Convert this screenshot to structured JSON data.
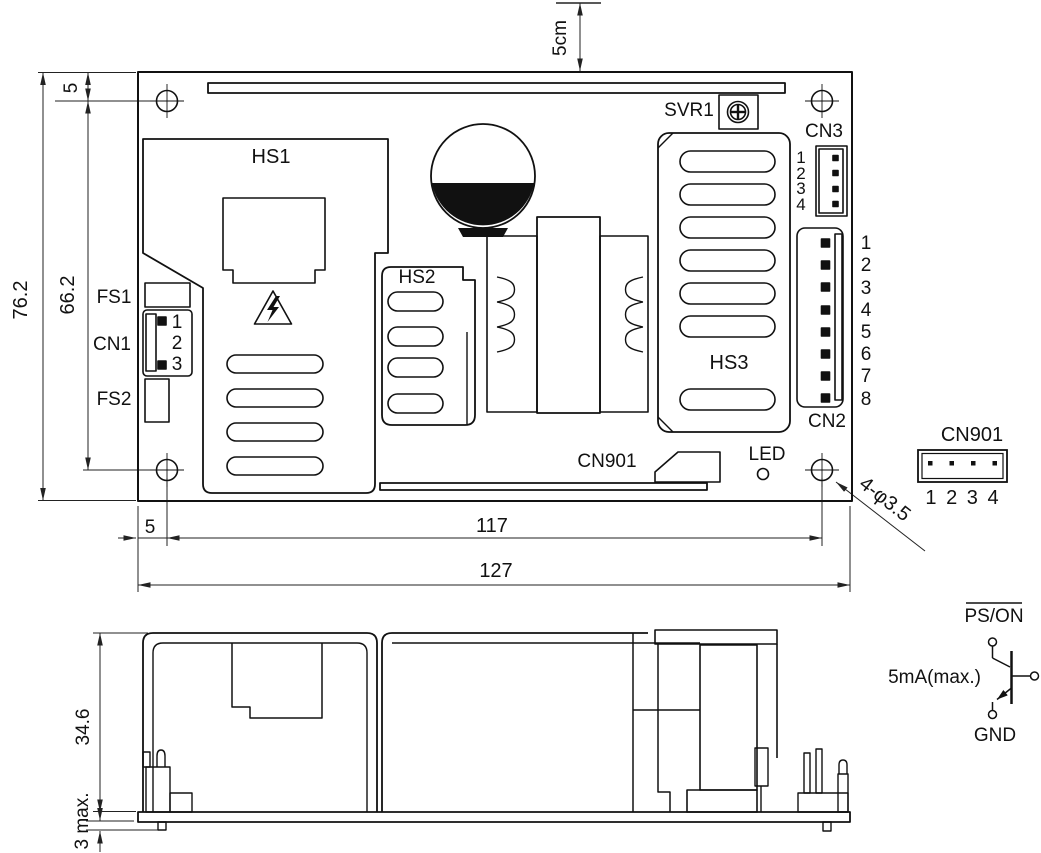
{
  "top_view": {
    "components": {
      "hs1": "HS1",
      "hs2": "HS2",
      "hs3": "HS3",
      "fs1": "FS1",
      "fs2": "FS2",
      "cn1": "CN1",
      "cn2": "CN2",
      "cn3": "CN3",
      "svr1": "SVR1",
      "cn901": "CN901",
      "led": "LED"
    },
    "cn1_pins": [
      "1",
      "2",
      "3"
    ],
    "cn2_pins": [
      "1",
      "2",
      "3",
      "4",
      "5",
      "6",
      "7",
      "8"
    ],
    "cn3_pins": [
      "1",
      "2",
      "3",
      "4"
    ],
    "dimensions": {
      "total_width": "127",
      "hole_span_width": "117",
      "hole_offset_x": "5",
      "total_height": "76.2",
      "hole_span_height": "66.2",
      "hole_offset_y": "5",
      "top_clearance": "5cm",
      "mounting_holes": "4-φ3.5"
    }
  },
  "side_view": {
    "dimensions": {
      "component_height": "34.6",
      "pin_protrusion": "3 max."
    }
  },
  "cn901_detail": {
    "label": "CN901",
    "pin_numbers": "1 2 3 4"
  },
  "remote_schematic": {
    "signal": "PS/ON",
    "current_limit": "5mA(max.)",
    "ground": "GND"
  }
}
